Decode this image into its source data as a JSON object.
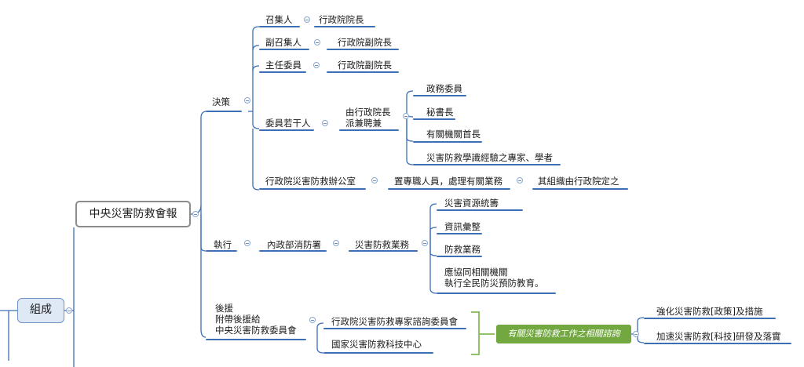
{
  "root": {
    "label": "組成"
  },
  "center": {
    "label": "中央災害防救會報"
  },
  "branches": {
    "decision": {
      "label": "決策",
      "items": {
        "convener": {
          "label": "召集人",
          "value": "行政院院長"
        },
        "deputy_convener": {
          "label": "副召集人",
          "value": "行政院副院長"
        },
        "chief_member": {
          "label": "主任委員",
          "value": "行政院副院長"
        },
        "members": {
          "label": "委員若干人",
          "appointed_by": "由行政院長\n派兼聘兼",
          "children": [
            "政務委員",
            "秘書長",
            "有關機關首長",
            "災害防救學識經驗之專家、學者"
          ]
        },
        "office": {
          "label": "行政院災害防救辦公室",
          "value": "置專職人員，處理有關業務",
          "note": "其組織由行政院定之"
        }
      }
    },
    "execution": {
      "label": "執行",
      "agency": "內政部消防署",
      "business": "災害防救業務",
      "children": [
        "災害資源統籌",
        "資訊彙整",
        "防救業務",
        "應協同相關機關\n執行全民防災預防教育。"
      ]
    },
    "support": {
      "label": "後援\n附帶後援給\n中央災害防救委員會",
      "children": [
        "行政院災害防救專家諮詢委員會",
        "國家災害防救科技中心"
      ],
      "summary": "有關災害防救工作之相關諮詢",
      "summary_items": [
        "強化災害防救[政策]及措施",
        "加速災害防救[科技]研發及落實"
      ]
    }
  }
}
